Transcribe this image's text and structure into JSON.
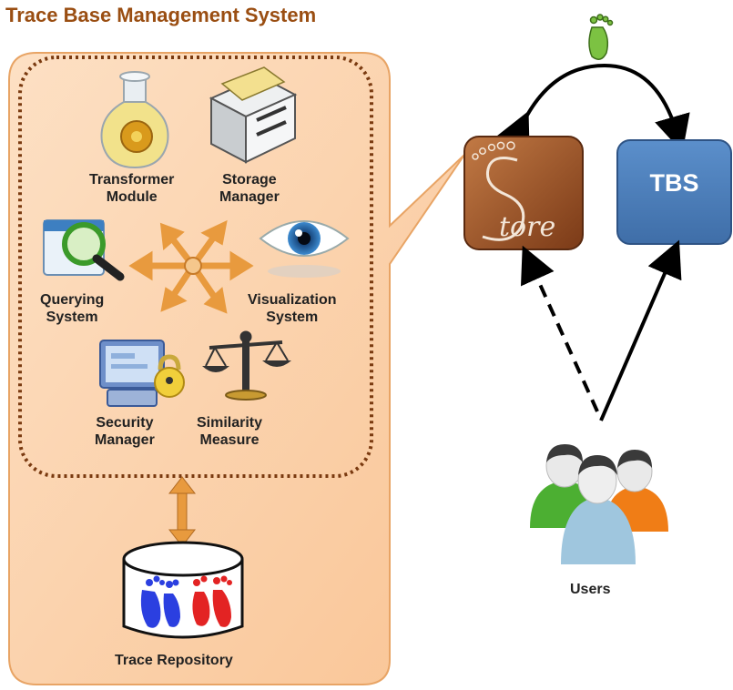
{
  "title": "Trace Base Management System",
  "modules": {
    "transformer": [
      "Transformer",
      "Module"
    ],
    "storage": [
      "Storage",
      "Manager"
    ],
    "querying": [
      "Querying",
      "System"
    ],
    "visualization": [
      "Visualization",
      "System"
    ],
    "security": [
      "Security",
      "Manager"
    ],
    "similarity": [
      "Similarity",
      "Measure"
    ]
  },
  "repository_label": "Trace Repository",
  "store_label": "tore",
  "store_initial": "S",
  "tbs_label": "TBS",
  "users_label": "Users",
  "colors": {
    "title": "#9a4e12",
    "panel_fill": "#fbd2ad",
    "panel_border": "#e8a465",
    "dotted_border": "#7a3a10",
    "store_box": "#a65a2e",
    "tbs_box": "#4f81bd",
    "arrow_orange": "#e89a3e",
    "footprint_green": "#7cc242"
  }
}
